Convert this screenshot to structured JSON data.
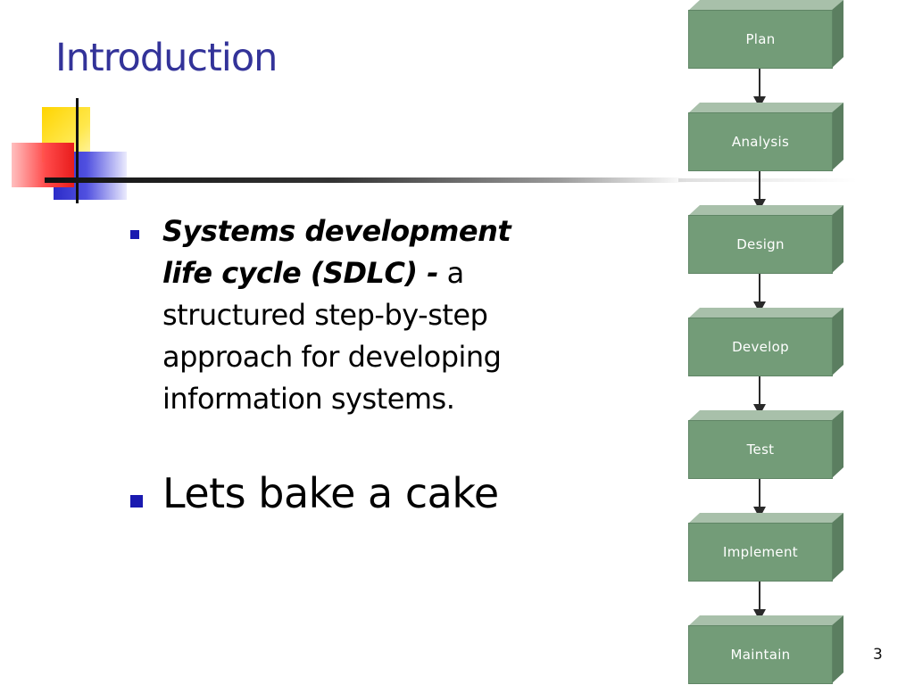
{
  "slide": {
    "title": "Introduction",
    "bullets": [
      {
        "term": "Systems development life cycle (SDLC) -",
        "text": " a structured step-by-step approach for developing information systems."
      },
      {
        "text": "Lets bake a cake"
      }
    ],
    "page_number": "3"
  },
  "flowchart": {
    "steps": [
      "Plan",
      "Analysis",
      "Design",
      "Develop",
      "Test",
      "Implement",
      "Maintain"
    ]
  },
  "colors": {
    "title": "#333399",
    "bullet_marker": "#1a1ab0",
    "step_fill": "#739c78",
    "step_top": "#a8c0aa",
    "step_side": "#5b7e60"
  }
}
